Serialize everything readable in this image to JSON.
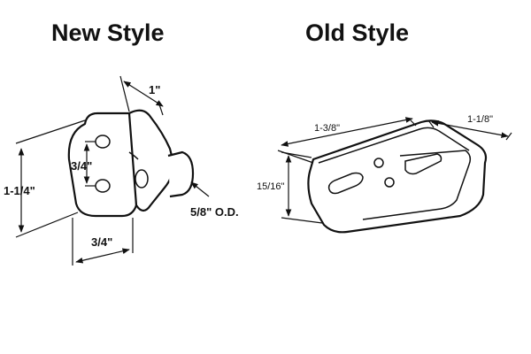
{
  "headings": {
    "new_style": "New Style",
    "old_style": "Old Style"
  },
  "new_style": {
    "dim_top": "1\"",
    "dim_height": "1-1/4\"",
    "dim_hole_spacing": "3/4\"",
    "dim_bottom_width": "3/4\"",
    "dim_pin": "5/8\" O.D."
  },
  "old_style": {
    "dim_length": "1-3/8\"",
    "dim_width": "1-1/8\"",
    "dim_height": "15/16\""
  }
}
